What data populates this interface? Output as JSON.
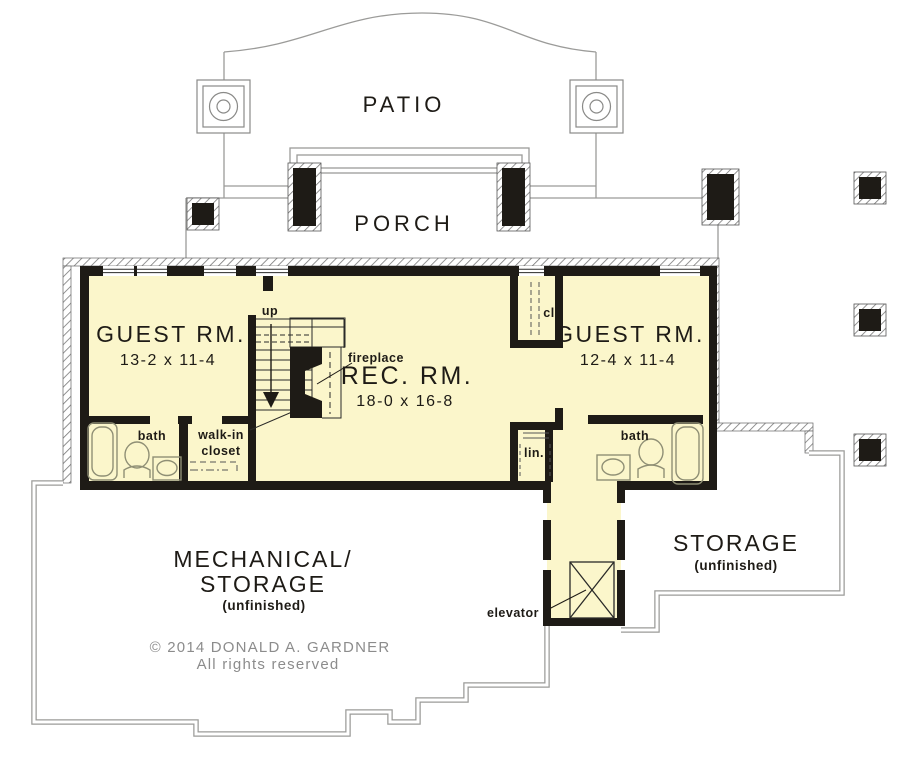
{
  "plan": {
    "patio_label": "PATIO",
    "porch_label": "PORCH",
    "rooms": {
      "guest_left": {
        "name": "GUEST  RM.",
        "dims": "13-2  x  11-4"
      },
      "rec": {
        "name": "REC.  RM.",
        "dims": "18-0  x  16-8"
      },
      "guest_right": {
        "name": "GUEST  RM.",
        "dims": "12-4  x  11-4"
      },
      "mechanical": {
        "line1": "MECHANICAL/",
        "line2": "STORAGE",
        "note": "(unfinished)"
      },
      "storage": {
        "name": "STORAGE",
        "note": "(unfinished)"
      }
    },
    "labels": {
      "up": "up",
      "fireplace": "fireplace",
      "bath_left": "bath",
      "walkin_line1": "walk-in",
      "walkin_line2": "closet",
      "cl": "cl",
      "lin": "lin.",
      "bath_right": "bath",
      "elevator": "elevator"
    },
    "copyright": {
      "line1": "© 2014  DONALD  A.  GARDNER",
      "line2": "All  rights  reserved"
    },
    "colors": {
      "room_fill": "#FBF6CB",
      "wall": "#1E1B16",
      "outline_gray": "#9B9B99",
      "fixture": "#8F8F75",
      "text_gray": "#8C8C8C"
    }
  }
}
